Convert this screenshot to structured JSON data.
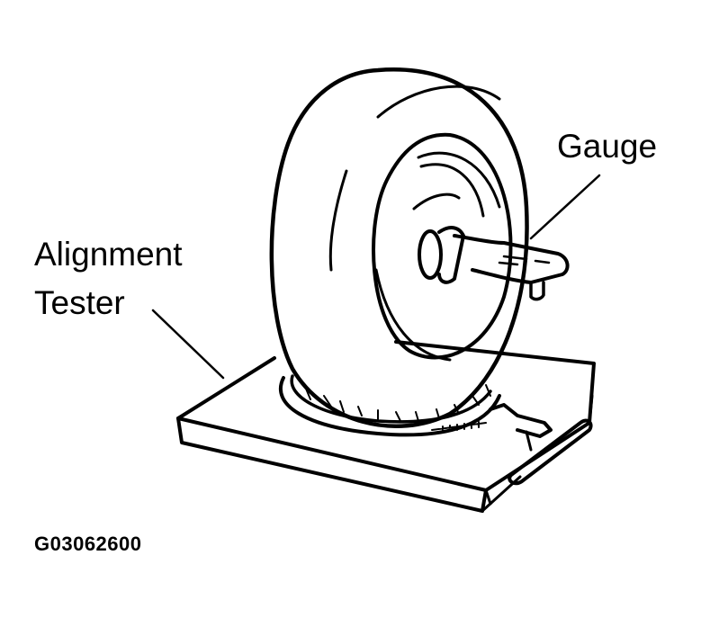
{
  "diagram": {
    "subject": "wheel-on-alignment-tester",
    "labels": {
      "gauge": "Gauge",
      "alignment_tester_line1": "Alignment",
      "alignment_tester_line2": "Tester"
    },
    "figure_id": "G03062600",
    "colors": {
      "ink": "#000000",
      "background": "#ffffff"
    }
  }
}
